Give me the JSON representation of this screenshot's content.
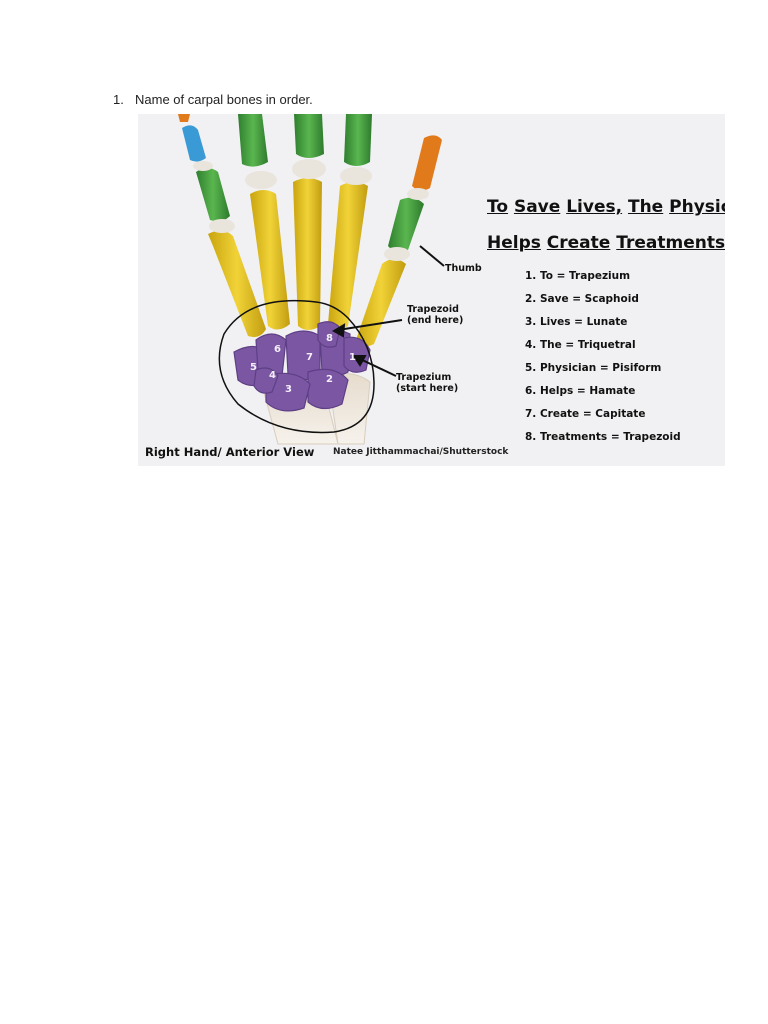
{
  "question": {
    "number": "1.",
    "text": "Name of carpal bones in order."
  },
  "figure": {
    "mnemonic_line1": [
      "To",
      "Save",
      "Lives,",
      "The",
      "Physician"
    ],
    "mnemonic_line2": [
      "Helps",
      "Create",
      "Treatments"
    ],
    "list": [
      "1. To = Trapezium",
      "2. Save = Scaphoid",
      "3. Lives = Lunate",
      "4. The = Triquetral",
      "5. Physician =  Pisiform",
      "6. Helps = Hamate",
      "7. Create = Capitate",
      "8. Treatments = Trapezoid"
    ],
    "labels": {
      "thumb": "Thumb",
      "trapezoid_1": "Trapezoid",
      "trapezoid_2": "(end here)",
      "trapezium_1": "Trapezium",
      "trapezium_2": "(start here)"
    },
    "bone_numbers": [
      "1",
      "2",
      "3",
      "4",
      "5",
      "6",
      "7",
      "8"
    ],
    "caption": "Right Hand/ Anterior View",
    "credit": "Natee Jitthammachai/Shutterstock",
    "colors": {
      "distal_phalanx": "#e07a1a",
      "blue_phalanx": "#3a9ad6",
      "middle_phalanx": "#3f9a3f",
      "metacarpal": "#e3c21a",
      "carpal": "#7b57a3",
      "bone_cap": "#e9e4dc",
      "background": "#f1f1f3"
    }
  }
}
